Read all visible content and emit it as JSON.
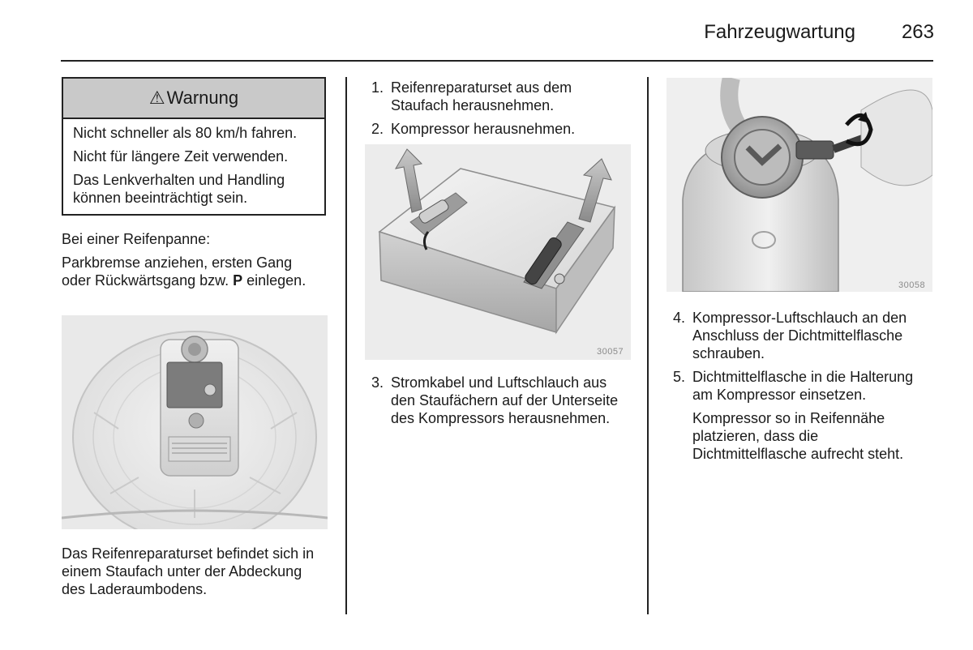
{
  "header": {
    "title": "Fahrzeugwartung",
    "page_number": "263"
  },
  "warning": {
    "icon": "warning-triangle-icon",
    "title": "Warnung",
    "lines": [
      "Nicht schneller als 80 km/h fahren.",
      "Nicht für längere Zeit verwenden.",
      "Das Lenkverhalten und Handling können beeinträchtigt sein."
    ]
  },
  "column1": {
    "para1": "Bei einer Reifenpanne:",
    "para2_before": "Parkbremse anziehen, ersten Gang oder Rückwärtsgang bzw. ",
    "para2_bold": "P",
    "para2_after": " einlegen.",
    "caption": "Das Reifenreparaturset befindet sich in einem Staufach unter der Abdeckung des Laderaumbodens."
  },
  "column2": {
    "steps_top": [
      {
        "num": "1.",
        "text": "Reifenreparaturset aus dem Staufach herausnehmen."
      },
      {
        "num": "2.",
        "text": "Kompressor herausnehmen."
      }
    ],
    "figure_number": "30057",
    "steps_bottom": [
      {
        "num": "3.",
        "text": "Stromkabel und Luftschlauch aus den Staufächern auf der Unterseite des Kompressors herausnehmen."
      }
    ]
  },
  "column3": {
    "figure_number": "30058",
    "steps": [
      {
        "num": "4.",
        "text": "Kompressor-Luftschlauch an den Anschluss der Dichtmittelflasche schrauben."
      },
      {
        "num": "5.",
        "text": "Dichtmittelflasche in die Halterung am Kompressor einsetzen."
      }
    ],
    "note": "Kompressor so in Reifennähe platzieren, dass die Dichtmittelflasche aufrecht steht."
  }
}
